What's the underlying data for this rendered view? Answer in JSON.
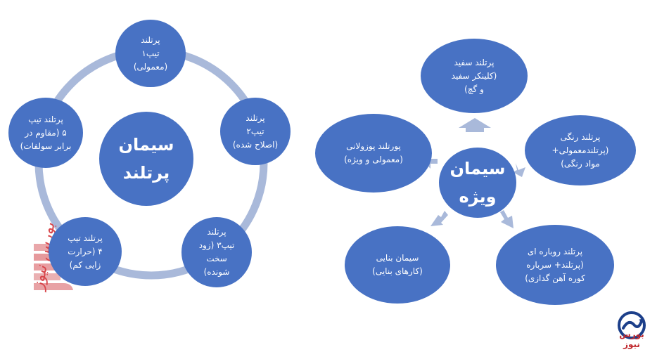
{
  "colors": {
    "node": "#4872c4",
    "ring": "#a9b9da",
    "arrow": "#a9b9da",
    "brand": "#c0282d"
  },
  "left": {
    "center": [
      "سیمان",
      "پرتلند"
    ],
    "nodes": [
      [
        "پرتلند",
        "تیپ۱",
        "(معمولی)"
      ],
      [
        "پرتلند",
        "تیپ۲",
        "(اصلاح شده)"
      ],
      [
        "پرتلند",
        "تیپ۳ (زود",
        "سخت",
        "شونده)"
      ],
      [
        "پرتلند تیپ",
        "۴ (حرارت",
        "زایی کم)"
      ],
      [
        "پرتلند تیپ",
        "۵ (مقاوم در",
        "برابر سولفات)"
      ]
    ]
  },
  "right": {
    "center": [
      "سیمان",
      "ویژه"
    ],
    "nodes": [
      [
        "پرتلند سفید",
        "(کلینکر سفید",
        "و گچ)"
      ],
      [
        "پرتلند رنگی",
        "(پرتلندمعمولی+",
        "مواد رنگی)"
      ],
      [
        "پرتلند روباره ای",
        "(پرتلند+ سرباره",
        "کوره آهن گدازی)"
      ],
      [
        "سیمان بنایی",
        "(کارهای بنایی)"
      ],
      [
        "پورتلند پوزولانی",
        "(معمولی و ویژه)"
      ]
    ]
  },
  "watermark": {
    "text": "بورس نیوز",
    "icon": "stripes-logo"
  },
  "logo": {
    "text": "بورس نیوز",
    "icon": "circle-arrow-logo"
  }
}
